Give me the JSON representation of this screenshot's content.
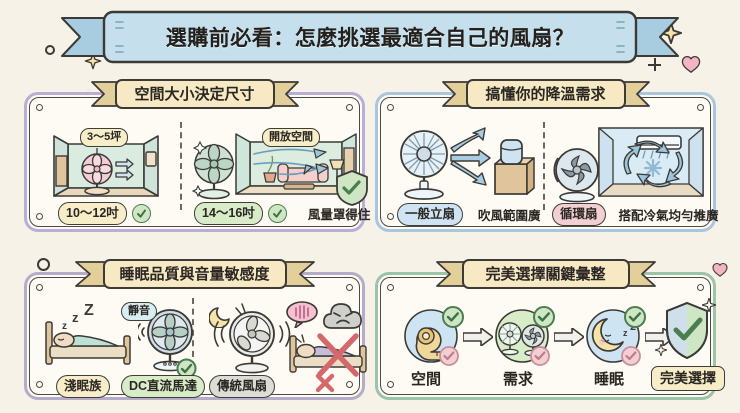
{
  "title": {
    "text": "選購前必看：怎麼挑選最適合自己的風扇？",
    "banner_color": "#bdd9e8"
  },
  "theme": {
    "background": "#f6f2e8",
    "ink": "#3c3a36",
    "ribbon_fill": "#f5e7c0",
    "ribbon_tail": "#e3cf9a",
    "check_green": "#4a7d4f",
    "cream_pill": "#f7edc9",
    "green_pill": "#d8ecc8",
    "blue_pill": "#cfe4f2",
    "pink_pill": "#f2cfd3",
    "gray_pill": "#ddddd8",
    "red_x": "#d4686b"
  },
  "panels": [
    {
      "id": "space-size",
      "ribbon": "空間大小決定尺寸",
      "border_color": "#b9aed6",
      "left": {
        "top_label": "3〜5坪",
        "scene": "small-room-with-fan",
        "size_label": "10〜12吋",
        "size_pill_color": "#f7edc9",
        "check": true
      },
      "right": {
        "top_label": "開放空間",
        "scene": "open-living-room-with-fan",
        "size_label": "14〜16吋",
        "size_pill_color": "#d8ecc8",
        "check": true,
        "note": "風量罩得住",
        "shield": true
      }
    },
    {
      "id": "cooling-need",
      "ribbon": "搞懂你的降溫需求",
      "border_color": "#a9c6de",
      "left": {
        "scene": "pedestal-fan-arrows-person",
        "tag": "一般立扇",
        "tag_color": "#cfe4f2",
        "note": "吹風範圍廣"
      },
      "right": {
        "scene": "circulator-fan-ac-room",
        "tag": "循環扇",
        "tag_color": "#f2cfd3",
        "note": "搭配冷氣均勻推廣"
      }
    },
    {
      "id": "sleep-noise",
      "ribbon": "睡眠品質與音量敏感度",
      "border_color": "#b4acc9",
      "left": {
        "scene": "sleeping-person-bed-zzz",
        "bubble": "靜音",
        "tag": "淺眠族",
        "tag_color": "#f7edc9",
        "fan_tag": "DC直流馬達",
        "fan_tag_color": "#d8ecc8",
        "check": true
      },
      "right": {
        "scene": "noisy-fan-angry-person",
        "tag": "傳統風扇",
        "tag_color": "#ddddd8",
        "cross": true
      }
    },
    {
      "id": "summary",
      "ribbon": "完美選擇關鍵彙整",
      "border_color": "#9cc4a8",
      "steps": [
        {
          "label": "空間",
          "icon": "tape-measure-icon",
          "circle_color": "#cfe4f2"
        },
        {
          "label": "需求",
          "icon": "two-fans-icon",
          "circle_color": "#d8ecc8"
        },
        {
          "label": "睡眠",
          "icon": "sleeping-moon-icon",
          "circle_color": "#cfe4f2"
        }
      ],
      "result": {
        "label": "完美選擇",
        "icon": "shield-check-icon",
        "pill_color": "#f7edc9"
      }
    }
  ]
}
